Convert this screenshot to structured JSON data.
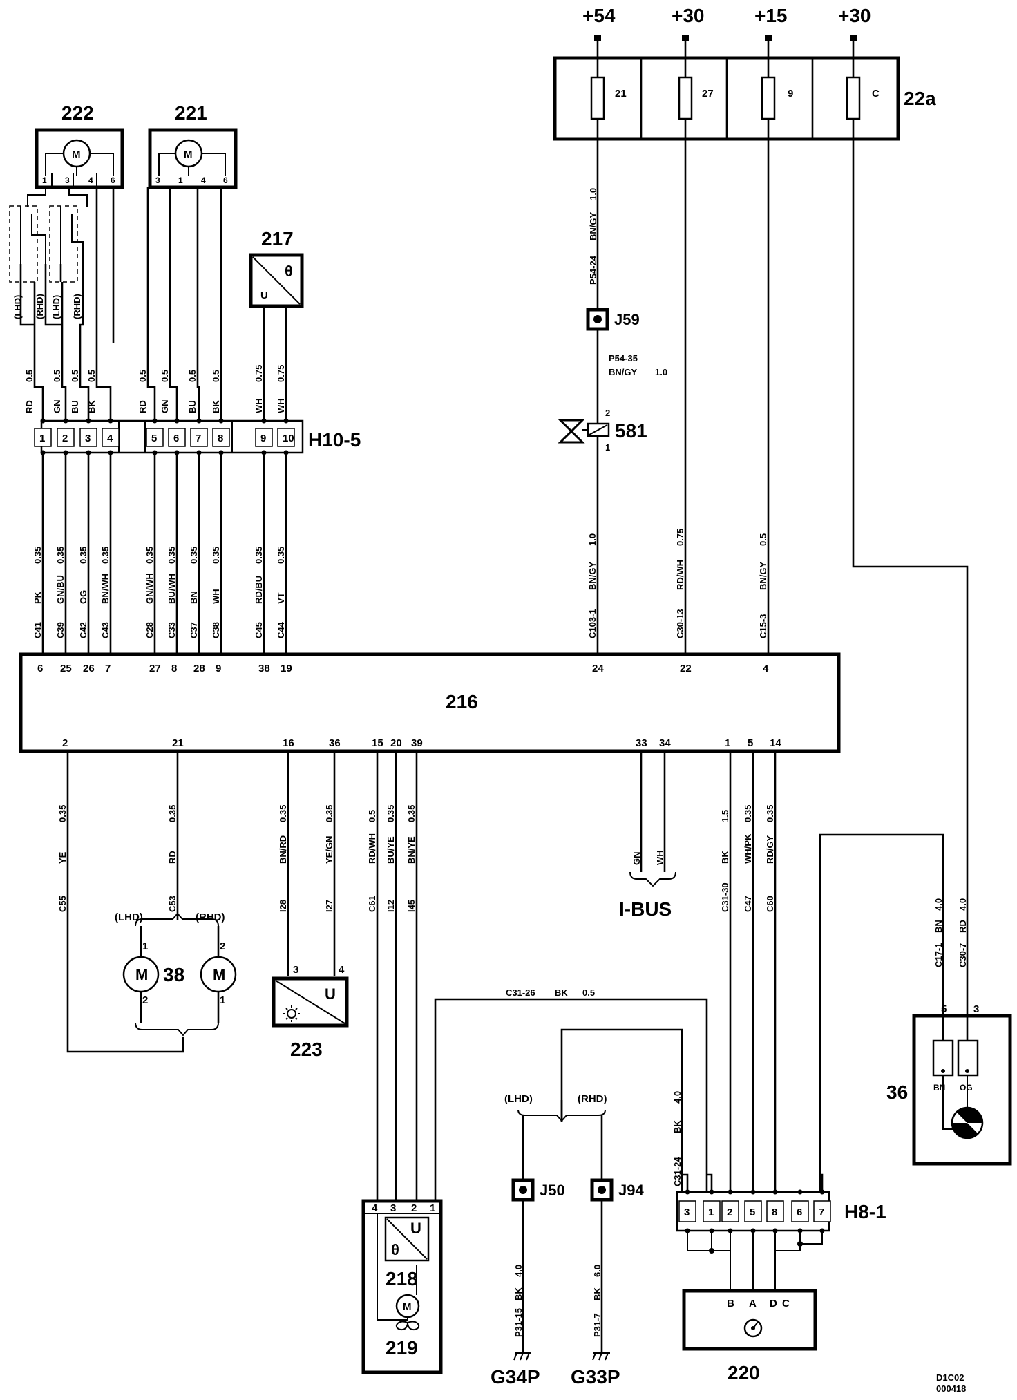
{
  "supply": {
    "t54": "+54",
    "t30a": "+30",
    "t15": "+15",
    "t30b": "+30"
  },
  "fusebox": {
    "id": "22a",
    "fuses": [
      "21",
      "27",
      "9",
      "C"
    ]
  },
  "components": {
    "c222": "222",
    "c221": "221",
    "c217": "217",
    "c216": "216",
    "c38": "38",
    "c223": "223",
    "c218": "218",
    "c219": "219",
    "c220": "220",
    "c36": "36",
    "c581": "581",
    "motor": "M",
    "temp": "θ",
    "volt": "U"
  },
  "side": {
    "lhd": "(LHD)",
    "rhd": "(RHD)"
  },
  "connectors": {
    "h10_5": "H10-5",
    "h8_1": "H8-1",
    "h10_pins": [
      "1",
      "2",
      "3",
      "4",
      "5",
      "6",
      "7",
      "8",
      "9",
      "10"
    ],
    "h8_pins": [
      "3",
      "1",
      "2",
      "5",
      "8",
      "6",
      "7"
    ]
  },
  "splices": {
    "j59": "J59",
    "j50": "J50",
    "j94": "J94"
  },
  "grounds": {
    "g34p": "G34P",
    "g33p": "G33P"
  },
  "bus": {
    "label": "I-BUS",
    "gn": "GN",
    "wh": "WH"
  },
  "ecu_pins": {
    "top": [
      "6",
      "25",
      "26",
      "7",
      "27",
      "8",
      "28",
      "9",
      "38",
      "19",
      "24",
      "22",
      "4"
    ],
    "bottom": [
      "2",
      "21",
      "16",
      "36",
      "15",
      "20",
      "39",
      "33",
      "34",
      "1",
      "5",
      "14"
    ]
  },
  "motor_pins": {
    "m222": [
      "1",
      "3",
      "4",
      "6"
    ],
    "m221": [
      "3",
      "1",
      "4",
      "6"
    ]
  },
  "wires_upper": [
    {
      "color": "RD",
      "size": "0.5"
    },
    {
      "color": "GN",
      "size": "0.5"
    },
    {
      "color": "BU",
      "size": "0.5"
    },
    {
      "color": "BK",
      "size": "0.5"
    },
    {
      "color": "RD",
      "size": "0.5"
    },
    {
      "color": "GN",
      "size": "0.5"
    },
    {
      "color": "BU",
      "size": "0.5"
    },
    {
      "color": "BK",
      "size": "0.5"
    },
    {
      "color": "WH",
      "size": "0.75"
    },
    {
      "color": "WH",
      "size": "0.75"
    }
  ],
  "wires_lower": [
    {
      "code": "C41",
      "color": "PK",
      "size": "0.35"
    },
    {
      "code": "C39",
      "color": "GN/BU",
      "size": "0.35"
    },
    {
      "code": "C42",
      "color": "OG",
      "size": "0.35"
    },
    {
      "code": "C43",
      "color": "BN/WH",
      "size": "0.35"
    },
    {
      "code": "C28",
      "color": "GN/WH",
      "size": "0.35"
    },
    {
      "code": "C33",
      "color": "BU/WH",
      "size": "0.35"
    },
    {
      "code": "C37",
      "color": "BN",
      "size": "0.35"
    },
    {
      "code": "C38",
      "color": "WH",
      "size": "0.35"
    },
    {
      "code": "C45",
      "color": "RD/BU",
      "size": "0.35"
    },
    {
      "code": "C44",
      "color": "VT",
      "size": "0.35"
    }
  ],
  "wires_right": [
    {
      "code": "C103-1",
      "color": "BN/GY",
      "size": "1.0"
    },
    {
      "code": "C30-13",
      "color": "RD/WH",
      "size": "0.75"
    },
    {
      "code": "C15-3",
      "color": "BN/GY",
      "size": "0.5"
    }
  ],
  "wire_p54_24": {
    "code": "P54-24",
    "color": "BN/GY",
    "size": "1.0"
  },
  "wire_p54_35": {
    "code": "P54-35",
    "color": "BN/GY",
    "size": "1.0"
  },
  "valve_pins": {
    "top": "2",
    "bottom": "1"
  },
  "wires_bottom": [
    {
      "code": "C55",
      "color": "YE",
      "size": "0.35"
    },
    {
      "code": "C53",
      "color": "RD",
      "size": "0.35"
    },
    {
      "code": "I28",
      "color": "BN/RD",
      "size": "0.35"
    },
    {
      "code": "I27",
      "color": "YE/GN",
      "size": "0.35"
    },
    {
      "code": "C61",
      "color": "RD/WH",
      "size": "0.5"
    },
    {
      "code": "I12",
      "color": "BU/YE",
      "size": "0.35"
    },
    {
      "code": "I45",
      "color": "BN/YE",
      "size": "0.35"
    },
    {
      "code": "C31-30",
      "color": "BK",
      "size": "1.5"
    },
    {
      "code": "C47",
      "color": "WH/PK",
      "size": "0.35"
    },
    {
      "code": "C60",
      "color": "RD/GY",
      "size": "0.35"
    }
  ],
  "wire_c31_26": {
    "code": "C31-26",
    "color": "BK",
    "size": "0.5"
  },
  "wire_c31_24": {
    "code": "C31-24",
    "color": "BK",
    "size": "4.0"
  },
  "wire_c17_1": {
    "code": "C17-1",
    "color": "BN",
    "size": "4.0"
  },
  "wire_c30_7": {
    "code": "C30-7",
    "color": "RD",
    "size": "4.0"
  },
  "wire_p31_15": {
    "code": "P31-15",
    "color": "BK",
    "size": "4.0"
  },
  "wire_p31_7": {
    "code": "P31-7",
    "color": "BK",
    "size": "6.0"
  },
  "m38_pins": {
    "lhd_top": "1",
    "lhd_bot": "2",
    "rhd_top": "2",
    "rhd_bot": "1"
  },
  "c223_pins": [
    "3",
    "4"
  ],
  "c218_pins": [
    "4",
    "3",
    "2",
    "1"
  ],
  "c220_pins": [
    "B",
    "A",
    "D",
    "C"
  ],
  "c36_pins": {
    "p5": "5",
    "p3": "3",
    "bn": "BN",
    "og": "OG"
  },
  "doc_code": [
    "D1C02",
    "000418"
  ]
}
